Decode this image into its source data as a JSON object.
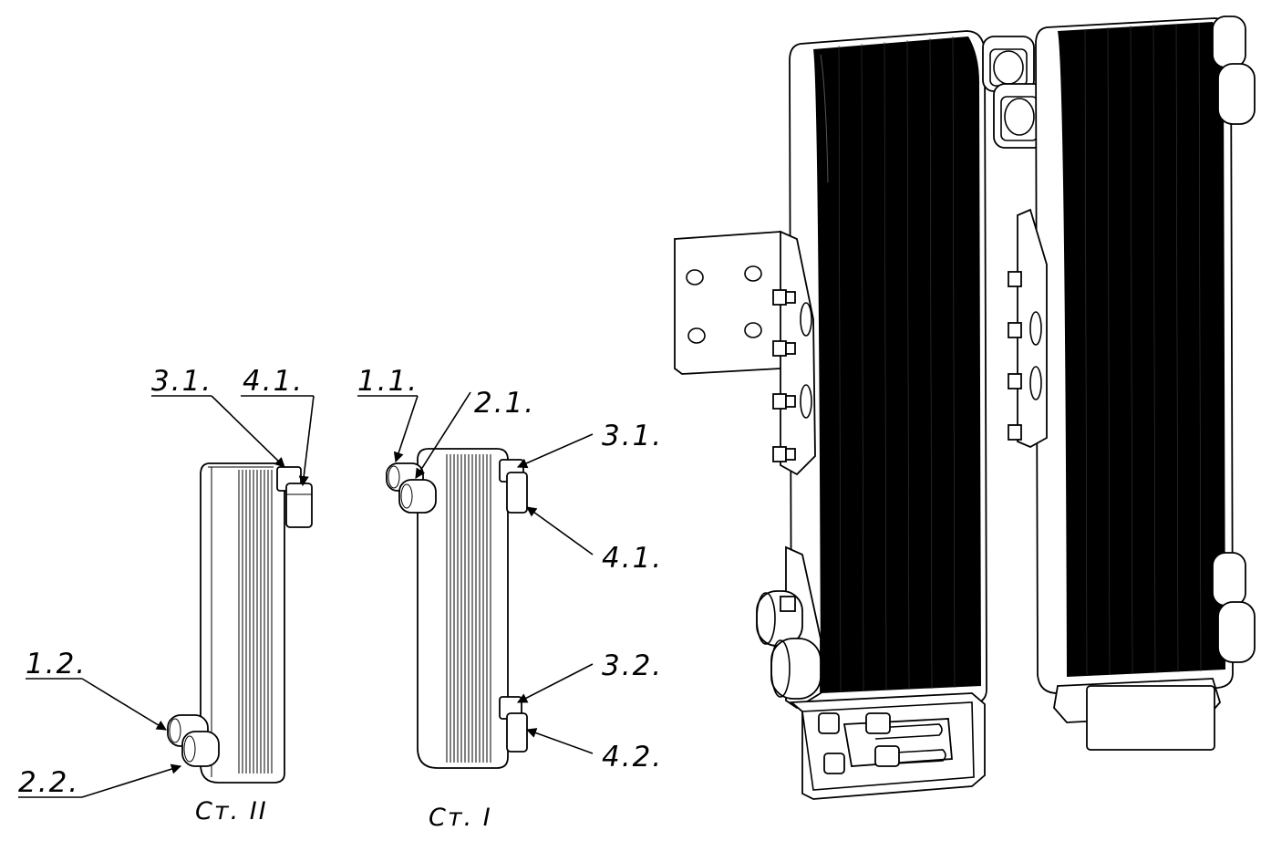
{
  "labels": {
    "st2_3_1": "3.1.",
    "st2_4_1": "4.1.",
    "st2_1_2": "1.2.",
    "st2_2_2": "2.2.",
    "st1_1_1": "1.1.",
    "st1_2_1": "2.1.",
    "st1_3_1": "3.1.",
    "st1_4_1": "4.1.",
    "st1_3_2": "3.2.",
    "st1_4_2": "4.2."
  },
  "stages": {
    "stage2": "Ст. II",
    "stage1": "Ст. I"
  }
}
